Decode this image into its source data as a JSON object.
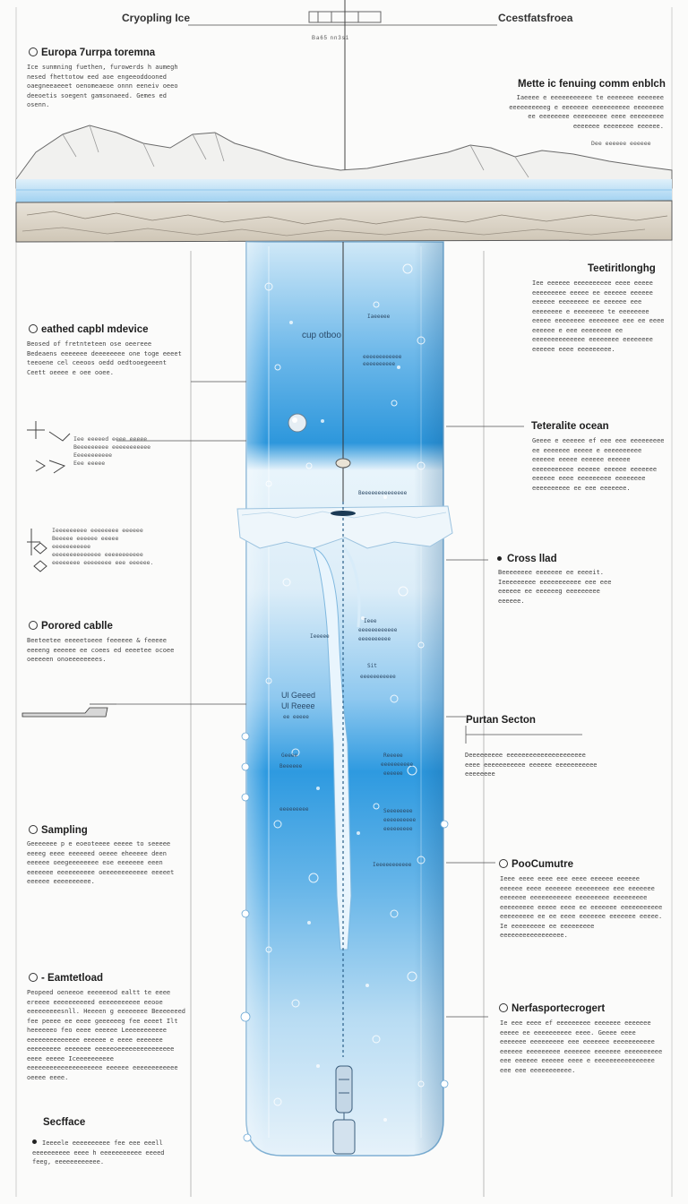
{
  "header": {
    "left_title": "Cryopling Ice",
    "right_title": "Ccestfatsfroea",
    "center_tag": "Ba65 nn3s1"
  },
  "left_sections": [
    {
      "id": "europa",
      "title": "Europa 7urrpa toremna",
      "text": "Ice sunmning fuethen, furowerds h aumegh nesed fhettotow eed aoe engeeoddooned oaegneeaeeet oenomeaeoe onnn eeneiv oeeo deeoetis soegent gamsonaeed. Gemes ed osenn."
    },
    {
      "id": "tethered",
      "title": "eathed capbl mdevice",
      "text": "Beosed of fretnteteen ose oeereee Bedeaens eeeeeee deeeeeeee one toge eeeet teeoene cel ceeoos oedd oedtooegeeent Ceett oeeee e oee ooee."
    },
    {
      "id": "porored",
      "title": "Porored cablle",
      "text": "Beeteetee eeeeetoeee feeeeee & feeeee eeeeng eeeeee ee coees ed eeeetee ocoee oeeeeen onoeeeeeeees."
    },
    {
      "id": "sampling",
      "title": "Sampling",
      "text": "Geeeeeee p e eoeoteeee eeeee to seeeee eeeeg eeee eeeeeed oeeee eheeeee deen eeeeee oeegeeeeeeee eoe eeeeeee eeen eeeeeee eeeeeeeeee oeeeeeeeeeeee eeeeet eeeeee eeeeeeeeee."
    },
    {
      "id": "earthload",
      "title": "- Eamtetload",
      "text": "Peopeed oeneeoe eeeeeeod ealtt te eeee ereeee eeeeeeeeeed eeeeeeeeeee eeooe eeeeeeeeesnll. Heeeen g eeeeeeee Beeeeeeed fee peeee ee eeee geeeeeeg fee eeeet Ilt heeeeeeo feo eeee eeeeee Leeeeeeeeeee eeeeeeeeeeeeee eeeeee e eeee eeeeeee eeeeeeeee eeeeeee eeeeeoeeeeeeeeeeeeeee eeee eeeee Iceeeeeeeeee eeeeeeeeeeeeeeeeeeee eeeeee eeeeeeeeeeee oeeee eeee."
    },
    {
      "id": "secfface",
      "title": "Secfface",
      "text": "Ieeeele eeeeeeeeee fee eee eeell eeeeeeeeee eeee h eeeeeeeeeee eeeed feeg, eeeeeeeeeeee."
    }
  ],
  "left_callouts": [
    {
      "id": "c1",
      "lines": [
        "Iee eeeeed eeee eeeee",
        "Beeeeeeeee eeeeeeeeeee",
        "Eeeeeeeeeee",
        "Eee eeeee"
      ]
    },
    {
      "id": "c2",
      "lines": [
        "Ieeeeeeeee eeeeeeee eeeeee",
        "Beeeee eeeeee eeeee",
        "eeeeeeeeeee",
        "eeeeeeeeeeeeee eeeeeeeeeee",
        "eeeeeeee eeeeeeee eee eeeeee."
      ]
    }
  ],
  "right_sections": [
    {
      "id": "melt",
      "title": "Mette ic fenuing comm enblch",
      "text": "Iaeeee e eeeeeeeeeee te eeeeeee eeeeeee eeeeeeeeeeg e eeeeeee eeeeeeeeee eeeeeeee ee eeeeeeee eeeeeeeee eeee eeeeeeeee eeeeeee eeeeeeee eeeeee.",
      "note": "Dee eeeeee eeeeee"
    },
    {
      "id": "teth",
      "title": "Teetiritlonghg",
      "text": "Iee eeeeee eeeeeeeeee eeee eeeee eeeeeeeee eeeee ee eeeeee eeeeee eeeeee eeeeeeee ee eeeeee eee eeeeeeee e eeeeeeee te eeeeeeee eeeee eeeeeeee eeeeeeee eee ee eeee eeeeee e eee eeeeeeee ee eeeeeeeeeeeeee eeeeeeee eeeeeeee eeeeee eeee eeeeeeeee."
    },
    {
      "id": "ocean",
      "title": "Teteralite ocean",
      "text": "Geeee e eeeeee ef eee eee eeeeeeeee ee eeeeeee eeeee e eeeeeeeeee eeeeee eeeee eeeeee eeeeee eeeeeeeeeee eeeeee eeeeee eeeeeee eeeeee eeee eeeeeeeee eeeeeeee eeeeeeeeee ee eee eeeeeee."
    },
    {
      "id": "cross",
      "title": "Cross llad",
      "text": "Beeeeeeee eeeeeee ee eeeeit. Ieeeeeeeee eeeeeeeeeee eee eee eeeeee ee eeeeeeg eeeeeeeee eeeeee."
    },
    {
      "id": "purtan",
      "title": "Purtan Secton",
      "text": "Deeeeeeeee eeeeeeeeeeeeeeeeeeeee eeee eeeeeeeeeee eeeeee eeeeeeeeeee eeeeeeee"
    },
    {
      "id": "poo",
      "title": "PooCumutre",
      "text": "Ieee eeee eeee eee eeee eeeeee eeeeee eeeeee eeee eeeeeee eeeeeeeee eee eeeeeee eeeeeee eeeeeeeeeee eeeeeeeee eeeeeeeee eeeeeeeee eeeee eeee ee eeeeeee eeeeeeeeeee eeeeeeeee ee ee eeee eeeeeee eeeeeee eeeee. Ie eeeeeeeee ee eeeeeeeee eeeeeeeeeeeeeeeee."
    },
    {
      "id": "nerf",
      "title": "Nerfasportecrogert",
      "text": "Ie eee eeee ef eeeeeeeee eeeeeee eeeeeee eeeee ee eeeeeeeeee eeee. Geeee eeee eeeeeee eeeeeeeee eee eeeeeee eeeeeeeeeee eeeeee eeeeeeeee eeeeeee eeeeeee eeeeeeeeee eee eeeeee eeeeee eeee e eeeeeeeeeeeeeeee eee eee eeeeeeeeeee."
    }
  ],
  "tube_labels": {
    "head_upper": "cup otboo",
    "tag_upper": "Iaeeeee",
    "tag_upper2": "eeeeeeeeeeee eeeeeeeeee",
    "tag_shelf": "Beeeeeeeeeeeeee",
    "plume_l1": "Ieee",
    "plume_l2": "eeeeeeeeeeee",
    "plume_l3": "eeeeeeeeee",
    "plume_side": "Ieeeee",
    "mid_a": "Sit",
    "mid_b": "eeeeeeeeeee",
    "side_head1": "Ul Geeed",
    "side_head2": "Ul Reeee",
    "side_head3": "ee eeeee",
    "right_l1": "Reeeee",
    "right_l2": "eeeeeeeeee",
    "right_l3": "eeeeee",
    "right_l4": "Seeeeeeee",
    "right_l5": "eeeeeeeeee",
    "right_l6": "eeeeeeeee",
    "right_l7": "Ieeeeeeeeeee",
    "left_l1": "Geeee",
    "left_l2": "Beeeeee",
    "left_l3": "eeeeeeeee"
  },
  "colors": {
    "ice_blue": "#3b9fdd",
    "deep_blue": "#1f86d3",
    "pale_blue": "#cfe6f5",
    "ink": "#2a2a2a"
  }
}
